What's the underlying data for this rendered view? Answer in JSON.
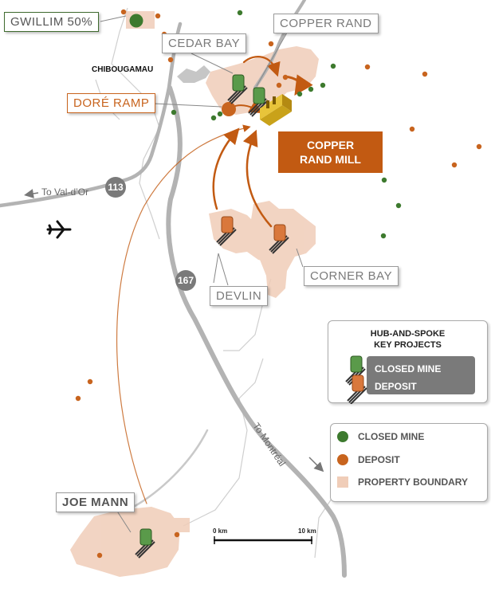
{
  "map": {
    "city_label": "CHIBOUGAMAU",
    "callouts": {
      "gwillim": "GWILLIM 50%",
      "cedar_bay": "CEDAR BAY",
      "copper_rand": "COPPER RAND",
      "dore_ramp": "DORÉ RAMP",
      "copper_rand_mill_line1": "COPPER",
      "copper_rand_mill_line2": "RAND MILL",
      "devlin": "DEVLIN",
      "corner_bay": "CORNER BAY",
      "joe_mann": "JOE MANN"
    },
    "roads": {
      "route_113": "113",
      "route_167": "167",
      "to_val_dor": "To Val-d’Or",
      "to_montreal": "To Montréal"
    },
    "legend_hub": {
      "title_line1": "HUB-AND-SPOKE",
      "title_line2": "KEY PROJECTS",
      "closed_mine": "CLOSED MINE",
      "deposit": "DEPOSIT"
    },
    "legend": {
      "closed_mine": "CLOSED MINE",
      "deposit": "DEPOSIT",
      "property_boundary": "PROPERTY BOUNDARY"
    },
    "scale": {
      "start": "0 km",
      "end": "10 km"
    },
    "colors": {
      "closed_mine": "#3d7a2e",
      "deposit": "#c8641e",
      "property": "#f0cdb8",
      "road": "#b3b3b3",
      "mill": "#c25a12",
      "arrow": "#c25a12"
    },
    "icons": [
      "airport-icon",
      "mine-headframe-icon",
      "mill-icon"
    ]
  }
}
